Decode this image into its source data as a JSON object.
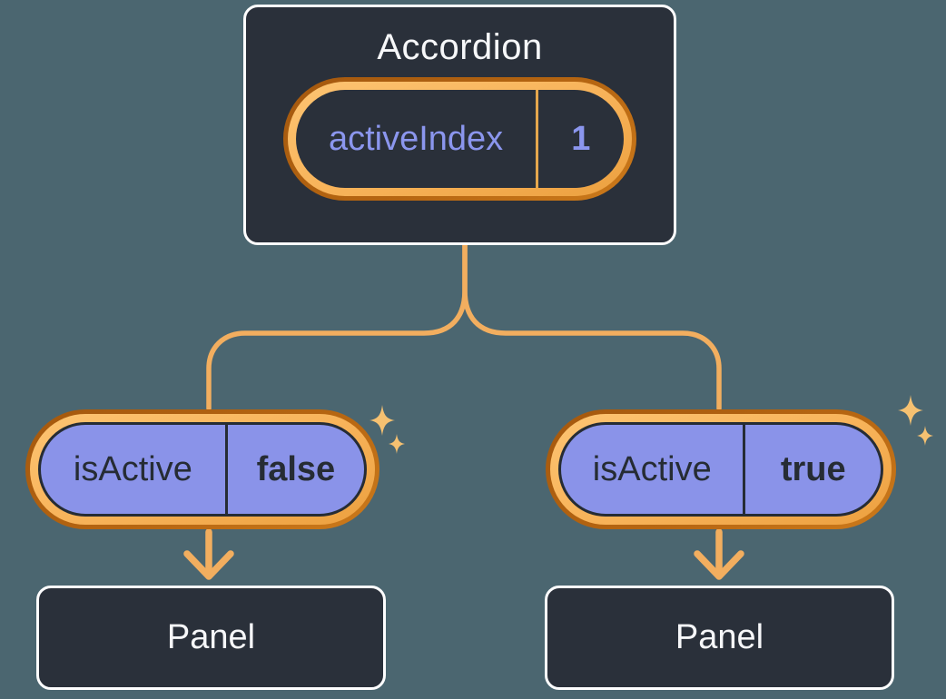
{
  "diagram": {
    "root": {
      "title": "Accordion",
      "pill": {
        "name": "activeIndex",
        "value": "1"
      }
    },
    "children": [
      {
        "pill": {
          "name": "isActive",
          "value": "false"
        },
        "panel": {
          "label": "Panel"
        }
      },
      {
        "pill": {
          "name": "isActive",
          "value": "true"
        },
        "panel": {
          "label": "Panel"
        }
      }
    ]
  },
  "icons": {
    "sparkle": "sparkle-icon",
    "arrow": "arrow-down-icon",
    "connector": "tree-connector"
  },
  "colors": {
    "background": "#4b6670",
    "card_fill": "#2a303a",
    "card_border": "#fdfdfe",
    "light_text": "#f6f7f9",
    "purple_fill": "#8a93e9",
    "purple_text": "#8b96ee",
    "dark_text": "#262c34",
    "ring_outer_orange": "#b06110",
    "ring_band_orange": "#f7b258",
    "connector_orange": "#f2ae5f",
    "sparkle_gold": "#f6c171"
  }
}
